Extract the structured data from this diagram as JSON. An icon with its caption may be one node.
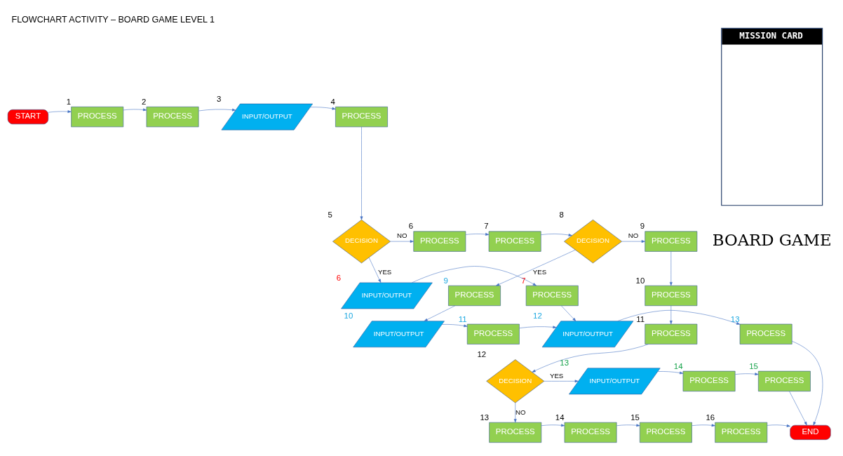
{
  "diagram": {
    "title": "FLOWCHART ACTIVITY – BOARD GAME LEVEL 1",
    "nodes": [
      {
        "text": [
          "START"
        ]
      },
      {
        "text": [
          "PROCESS"
        ],
        "beside": [
          "1"
        ]
      },
      {
        "text": [
          "PROCESS"
        ],
        "beside": [
          "2"
        ]
      },
      {
        "text": [
          "INPUT/OUTPUT"
        ],
        "beside": [
          "3"
        ]
      },
      {
        "text": [
          "PROCESS"
        ],
        "beside": [
          "4"
        ]
      },
      {
        "text": [
          "DECISION"
        ],
        "beside": [
          "5"
        ]
      },
      {
        "text": [
          "PROCESS"
        ],
        "beside": [
          "6"
        ]
      },
      {
        "text": [
          "PROCESS"
        ],
        "beside": [
          "7"
        ]
      },
      {
        "text": [
          "DECISION"
        ],
        "beside": [
          "8"
        ]
      },
      {
        "text": [
          "PROCESS"
        ],
        "beside": [
          "9"
        ]
      },
      {
        "text": [
          "PROCESS"
        ],
        "beside": [
          "10"
        ]
      },
      {
        "text": [
          "PROCESS"
        ],
        "beside": [
          "11"
        ]
      },
      {
        "text": [
          "DECISION"
        ],
        "beside": [
          "12"
        ]
      },
      {
        "text": [
          "PROCESS"
        ],
        "beside": [
          "13"
        ]
      },
      {
        "text": [
          "PROCESS"
        ],
        "beside": [
          "14"
        ]
      },
      {
        "text": [
          "PROCESS"
        ],
        "beside": [
          "15"
        ]
      },
      {
        "text": [
          "PROCESS"
        ],
        "beside": [
          "16"
        ]
      },
      {
        "text": [
          "END"
        ]
      },
      {
        "text": [
          "PROCESS"
        ],
        "beside": [
          "9"
        ]
      },
      {
        "text": [
          "INPUT/OUTPUT"
        ],
        "beside": [
          "10"
        ]
      },
      {
        "text": [
          "PROCESS"
        ],
        "beside": [
          "11"
        ]
      },
      {
        "text": [
          "INPUT/OUTPUT"
        ],
        "beside": [
          "12"
        ]
      },
      {
        "text": [
          "PROCESS"
        ],
        "beside": [
          "13"
        ]
      },
      {
        "text": [
          "INPUT/OUTPUT"
        ],
        "beside": [
          "6"
        ]
      },
      {
        "text": [
          "PROCESS"
        ],
        "beside": [
          "7"
        ]
      },
      {
        "text": [
          "INPUT/OUTPUT"
        ],
        "beside": [
          "13"
        ]
      },
      {
        "text": [
          "PROCESS"
        ],
        "beside": [
          "14"
        ]
      },
      {
        "text": [
          "PROCESS"
        ],
        "beside": [
          "15"
        ]
      },
      {
        "text": [
          "MISSION CARD"
        ]
      }
    ],
    "edges": [
      {
        "from": 0,
        "to": 1,
        "arrow": "to"
      },
      {
        "from": 1,
        "to": 2,
        "arrow": "to"
      },
      {
        "from": 2,
        "to": 3,
        "arrow": "to"
      },
      {
        "from": 3,
        "to": 4,
        "arrow": "to"
      },
      {
        "from": 4,
        "to": 5,
        "arrow": "to"
      },
      {
        "from": 5,
        "to": 6,
        "arrow": "to",
        "label": "NO"
      },
      {
        "from": 6,
        "to": 7,
        "arrow": "to"
      },
      {
        "from": 7,
        "to": 8,
        "arrow": "to"
      },
      {
        "from": 8,
        "to": 9,
        "arrow": "to",
        "label": "NO"
      },
      {
        "from": 8,
        "to": 18,
        "arrow": "to",
        "label": "YES"
      },
      {
        "from": 9,
        "to": 10,
        "arrow": "to"
      },
      {
        "from": 10,
        "to": 11,
        "arrow": "to"
      },
      {
        "from": 11,
        "to": 12,
        "arrow": "to"
      },
      {
        "from": 12,
        "to": 25,
        "arrow": "to",
        "label": "YES"
      },
      {
        "from": 12,
        "to": 13,
        "arrow": "to",
        "label": "NO"
      },
      {
        "from": 13,
        "to": 14,
        "arrow": "to"
      },
      {
        "from": 14,
        "to": 15,
        "arrow": "to"
      },
      {
        "from": 15,
        "to": 16,
        "arrow": "to"
      },
      {
        "from": 16,
        "to": 17,
        "arrow": "to"
      },
      {
        "from": 18,
        "to": 19,
        "arrow": "to"
      },
      {
        "from": 19,
        "to": 20,
        "arrow": "to"
      },
      {
        "from": 20,
        "to": 21,
        "arrow": "to"
      },
      {
        "from": 21,
        "to": 22,
        "arrow": "to"
      },
      {
        "from": 22,
        "to": 17,
        "arrow": "to"
      },
      {
        "from": 5,
        "to": 23,
        "arrow": "to",
        "label": "YES"
      },
      {
        "from": 23,
        "to": 24,
        "arrow": "to"
      },
      {
        "from": 24,
        "to": 21,
        "arrow": "to"
      },
      {
        "from": 25,
        "to": 26,
        "arrow": "to"
      },
      {
        "from": 26,
        "to": 27,
        "arrow": "to"
      },
      {
        "from": 27,
        "to": 17,
        "arrow": "to"
      }
    ],
    "labels": [
      "BOARD GAME"
    ]
  }
}
